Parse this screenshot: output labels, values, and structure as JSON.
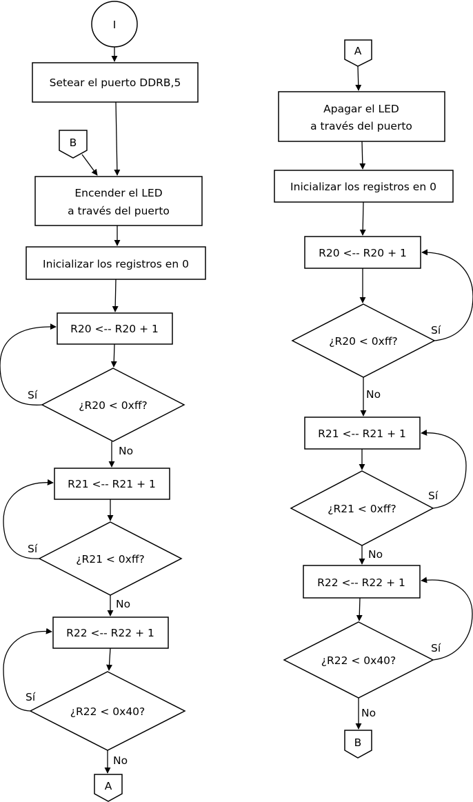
{
  "flowchart": {
    "nodes": {
      "start": {
        "label": "I"
      },
      "set_port": {
        "label": "Setear el puerto DDRB,5"
      },
      "conn_b_in": {
        "label": "B"
      },
      "led_on": {
        "lines": [
          "Encender el LED",
          "a través del puerto"
        ]
      },
      "init_l": {
        "label": "Inicializar los registros en 0"
      },
      "r20_l": {
        "label": "R20 <-- R20 + 1"
      },
      "d20_l": {
        "label": "¿R20 < 0xff?"
      },
      "r21_l": {
        "label": "R21 <-- R21 + 1"
      },
      "d21_l": {
        "label": "¿R21 < 0xff?"
      },
      "r22_l": {
        "label": "R22 <-- R22 + 1"
      },
      "d22_l": {
        "label": "¿R22 < 0x40?"
      },
      "conn_a_out": {
        "label": "A"
      },
      "conn_a_in": {
        "label": "A"
      },
      "led_off": {
        "lines": [
          "Apagar el LED",
          "a través del puerto"
        ]
      },
      "init_r": {
        "label": "Inicializar los registros en 0"
      },
      "r20_r": {
        "label": "R20 <-- R20 + 1"
      },
      "d20_r": {
        "label": "¿R20 < 0xff?"
      },
      "r21_r": {
        "label": "R21 <-- R21 + 1"
      },
      "d21_r": {
        "label": "¿R21 < 0xff?"
      },
      "r22_r": {
        "label": "R22 <-- R22 + 1"
      },
      "d22_r": {
        "label": "¿R22 < 0x40?"
      },
      "conn_b_out": {
        "label": "B"
      }
    },
    "edge_labels": {
      "yes": "Sí",
      "no": "No"
    }
  }
}
